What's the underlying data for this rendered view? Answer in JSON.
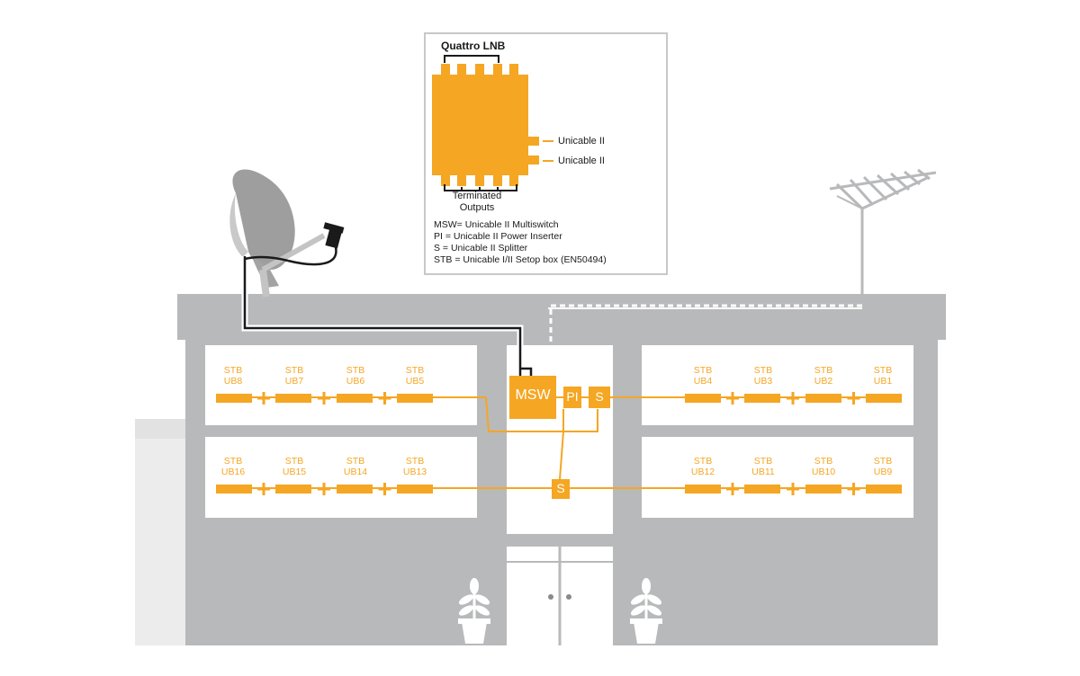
{
  "lnb": {
    "title": "Quattro LNB",
    "outputs": [
      "Unicable II",
      "Unicable II"
    ],
    "terminated": [
      "Terminated",
      "Outputs"
    ]
  },
  "legend": [
    "MSW= Unicable II Multiswitch",
    "PI = Unicable II Power Inserter",
    "S = Unicable II Splitter",
    "STB = Unicable I/II Setop box (EN50494)"
  ],
  "devices": {
    "msw": "MSW",
    "pi": "PI",
    "splitter_top": "S",
    "splitter_bottom": "S"
  },
  "rooms": {
    "top_left": [
      {
        "stb": "STB",
        "ub": "UB8"
      },
      {
        "stb": "STB",
        "ub": "UB7"
      },
      {
        "stb": "STB",
        "ub": "UB6"
      },
      {
        "stb": "STB",
        "ub": "UB5"
      }
    ],
    "top_right": [
      {
        "stb": "STB",
        "ub": "UB4"
      },
      {
        "stb": "STB",
        "ub": "UB3"
      },
      {
        "stb": "STB",
        "ub": "UB2"
      },
      {
        "stb": "STB",
        "ub": "UB1"
      }
    ],
    "bottom_left": [
      {
        "stb": "STB",
        "ub": "UB16"
      },
      {
        "stb": "STB",
        "ub": "UB15"
      },
      {
        "stb": "STB",
        "ub": "UB14"
      },
      {
        "stb": "STB",
        "ub": "UB13"
      }
    ],
    "bottom_right": [
      {
        "stb": "STB",
        "ub": "UB12"
      },
      {
        "stb": "STB",
        "ub": "UB11"
      },
      {
        "stb": "STB",
        "ub": "UB10"
      },
      {
        "stb": "STB",
        "ub": "UB9"
      }
    ]
  },
  "colors": {
    "accent": "#f5a623",
    "building": "#b8b9bb",
    "building_dark": "#a9aaac",
    "panel": "#ffffff",
    "outline": "#b8b9bb",
    "dish": "#9a9a9a",
    "cable": "#1a1a1a"
  },
  "icons": [
    "satellite-dish-icon",
    "tv-antenna-icon",
    "plant-icon",
    "door-icon"
  ]
}
